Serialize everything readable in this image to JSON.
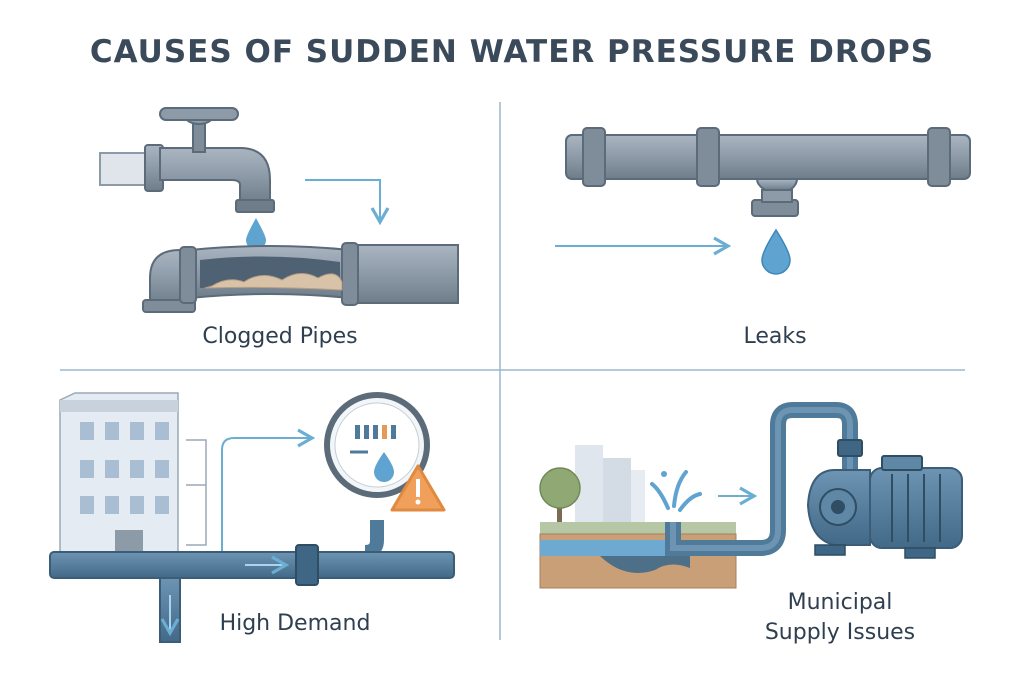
{
  "title": "CAUSES OF SUDDEN WATER PRESSURE DROPS",
  "panels": {
    "clogged": "Clogged Pipes",
    "leaks": "Leaks",
    "demand": "High Demand",
    "municipal_line1": "Municipal",
    "municipal_line2": "Supply Issues"
  },
  "colors": {
    "pipe": "#8d9aa8",
    "pipe_dark": "#5c6b79",
    "pipe_blue": "#4f7a99",
    "water": "#5fa3d0",
    "arrow": "#6aaed3",
    "divider": "#9ab9cf",
    "warning": "#f0a05a",
    "sediment": "#d8c2a8",
    "soil": "#b88b64"
  },
  "icons": [
    "faucet-icon",
    "water-drop-icon",
    "pipe-icon",
    "building-icon",
    "pressure-gauge-icon",
    "warning-icon",
    "tree-icon",
    "pump-icon"
  ]
}
